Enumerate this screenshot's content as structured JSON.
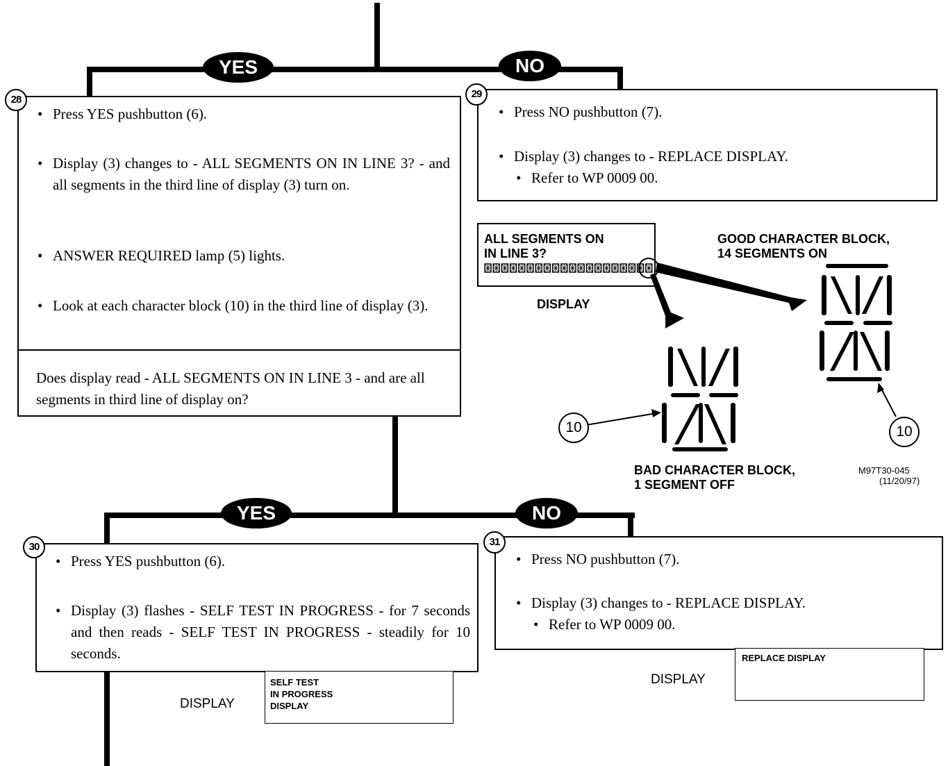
{
  "branch_labels": {
    "yes": "YES",
    "no": "NO"
  },
  "step28": {
    "number": "28",
    "bullets": [
      "Press YES pushbutton (6).",
      "Display (3) changes to - ALL SEGMENTS ON IN LINE 3? - and all segments in the third line of display (3) turn on.",
      "ANSWER REQUIRED lamp (5) lights.",
      "Look at each character block (10) in the third line of display (3)."
    ],
    "question": "Does display read - ALL SEGMENTS ON IN LINE 3 - and are all segments in third line of display on?"
  },
  "step29": {
    "number": "29",
    "bullets": [
      "Press NO pushbutton (7).",
      "Display (3) changes to - REPLACE DISPLAY."
    ],
    "sub_bullet": "Refer to WP 0009 00."
  },
  "step30": {
    "number": "30",
    "bullets": [
      "Press YES pushbutton (6).",
      "Display (3) flashes - SELF TEST IN PROGRESS - for 7 seconds and then reads - SELF TEST IN PROGRESS - steadily for 10 seconds."
    ]
  },
  "step31": {
    "number": "31",
    "bullets": [
      "Press NO pushbutton (7).",
      "Display (3) changes to - REPLACE DISPLAY."
    ],
    "sub_bullet": "Refer to WP 0009 00."
  },
  "figure": {
    "display_line1": "ALL SEGMENTS ON",
    "display_line2": "IN LINE 3?",
    "display_caption": "DISPLAY",
    "good_label_1": "GOOD CHARACTER BLOCK,",
    "good_label_2": "14 SEGMENTS ON",
    "bad_label_1": "BAD CHARACTER BLOCK,",
    "bad_label_2": "1 SEGMENT OFF",
    "callout": "10",
    "figure_id": "M97T30-045",
    "figure_date": "(11/20/97)"
  },
  "display_selftest": {
    "caption": "DISPLAY",
    "line1": "SELF TEST",
    "line2": "IN PROGRESS",
    "line3": "DISPLAY"
  },
  "display_replace": {
    "caption": "DISPLAY",
    "text": "REPLACE DISPLAY"
  }
}
